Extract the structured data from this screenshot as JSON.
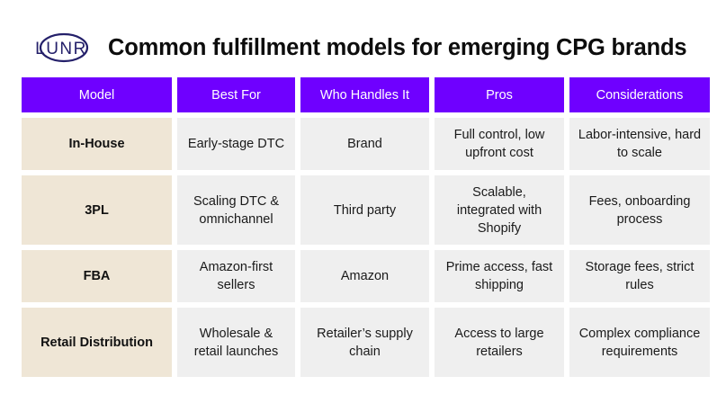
{
  "brand": {
    "logo_text": "LUNR",
    "logo_color": "#24206a"
  },
  "title": "Common fulfillment models for emerging CPG brands",
  "colors": {
    "header_bg": "#6f00ff",
    "model_cell_bg": "#efe6d6",
    "data_cell_bg": "#efefef"
  },
  "table": {
    "headers": [
      "Model",
      "Best For",
      "Who Handles It",
      "Pros",
      "Considerations"
    ],
    "rows": [
      [
        "In-House",
        "Early-stage DTC",
        "Brand",
        "Full control, low upfront cost",
        "Labor-intensive, hard to scale"
      ],
      [
        "3PL",
        "Scaling DTC & omnichannel",
        "Third party",
        "Scalable, integrated with Shopify",
        "Fees, onboarding process"
      ],
      [
        "FBA",
        "Amazon-first sellers",
        "Amazon",
        "Prime access, fast shipping",
        "Storage fees, strict rules"
      ],
      [
        "Retail Distribution",
        "Wholesale & retail launches",
        "Retailer’s supply chain",
        "Access to large retailers",
        "Complex compliance requirements"
      ]
    ]
  }
}
